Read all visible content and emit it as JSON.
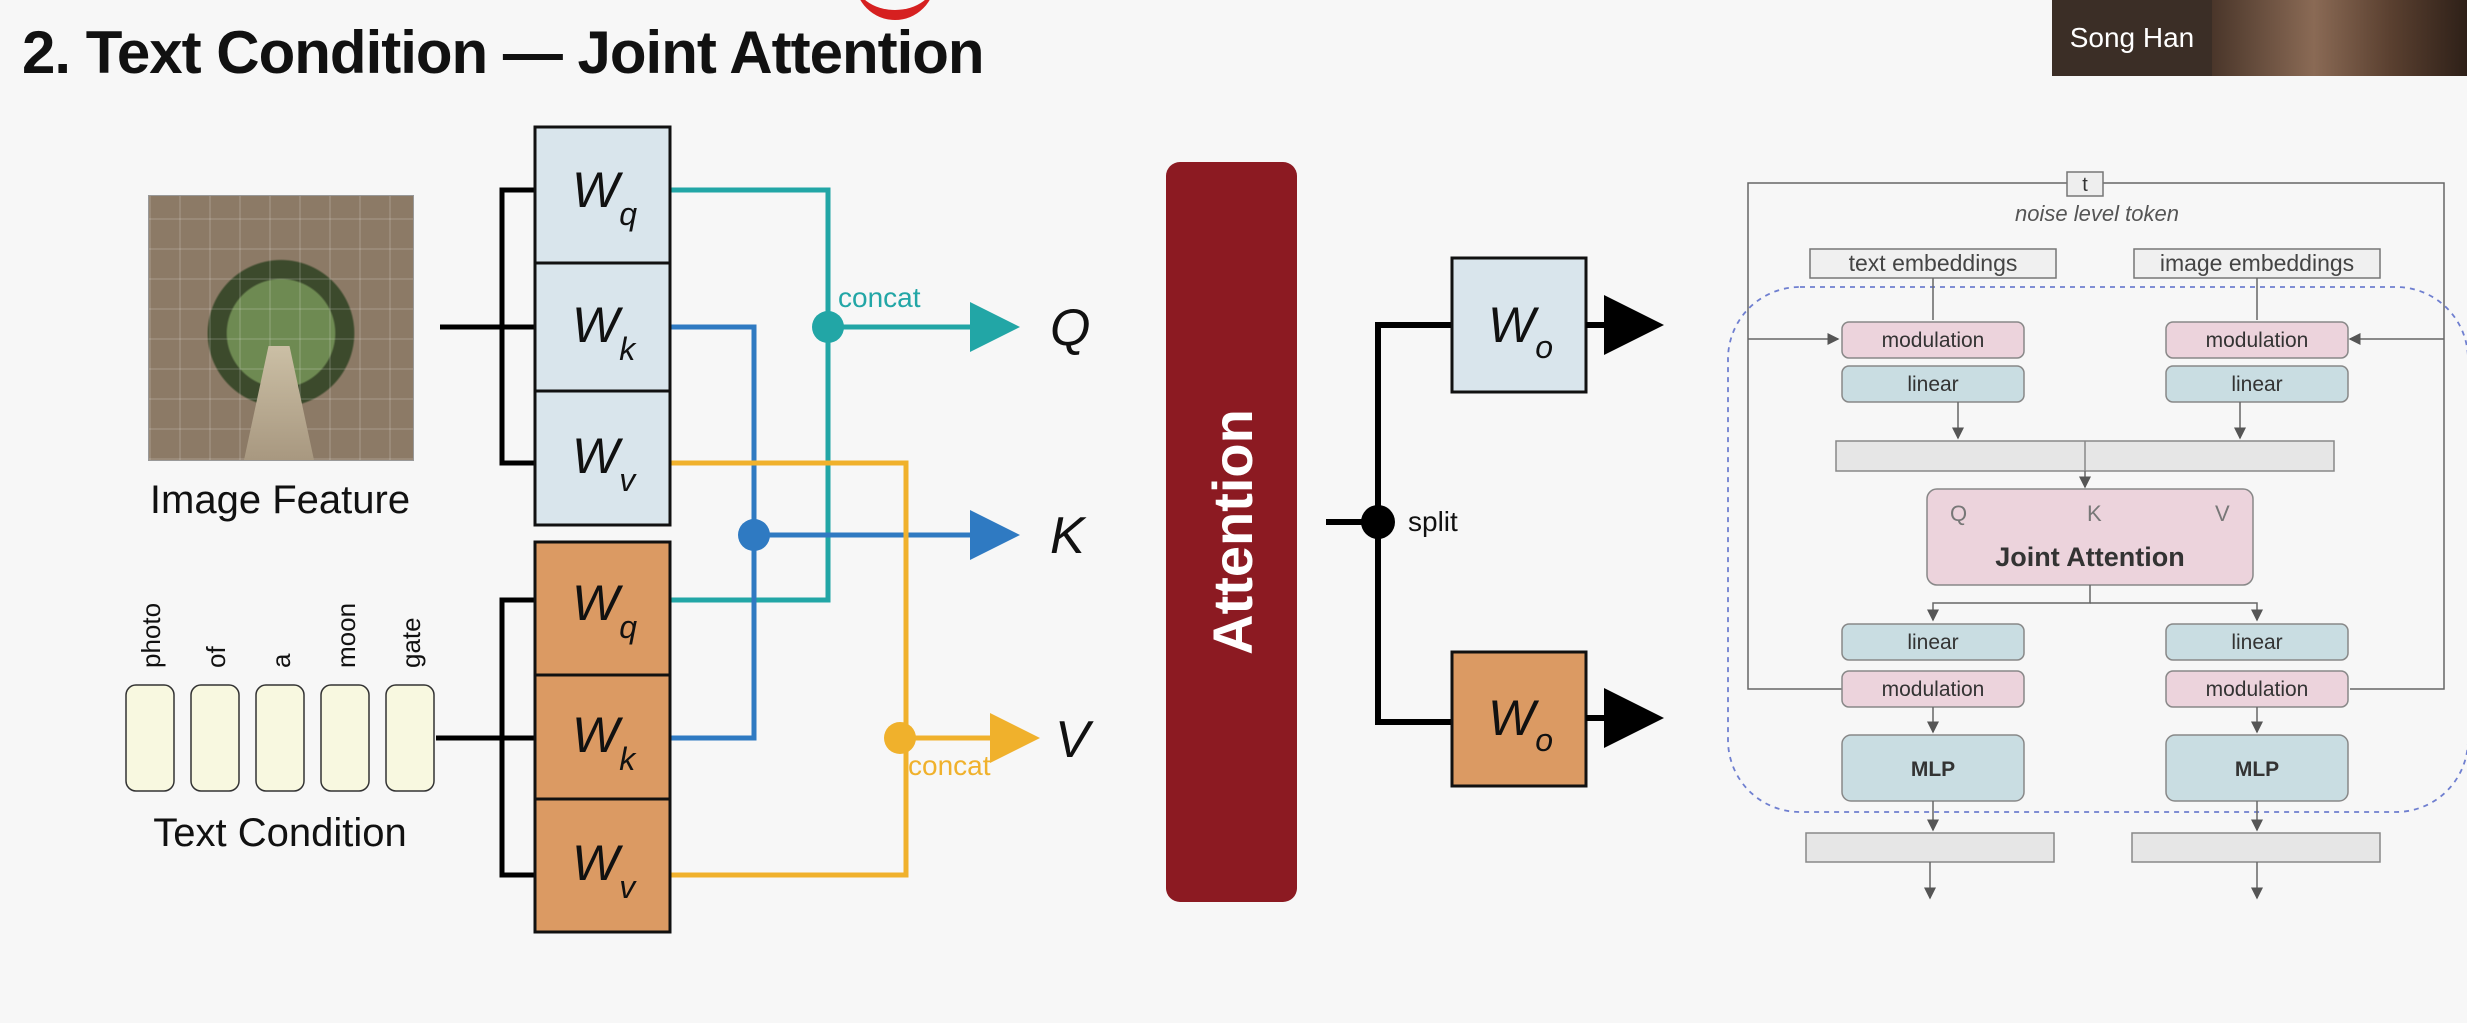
{
  "slide": {
    "title": "2. Text Condition — Joint Attention",
    "participant_name": "Song Han"
  },
  "left": {
    "image_label": "Image Feature",
    "text_label": "Text Condition",
    "tokens": [
      "photo",
      "of",
      "a",
      "moon",
      "gate"
    ],
    "weights_image": [
      "W",
      "W",
      "W"
    ],
    "weights_image_sub": [
      "q",
      "k",
      "v"
    ],
    "weights_text": [
      "W",
      "W",
      "W"
    ],
    "weights_text_sub": [
      "q",
      "k",
      "v"
    ],
    "concat_q_label": "concat",
    "concat_v_label": "concat",
    "outputs": [
      "Q",
      "K",
      "V"
    ]
  },
  "middle": {
    "attention_label": "Attention",
    "split_label": "split",
    "wo_top": "W",
    "wo_top_sub": "o",
    "wo_bottom": "W",
    "wo_bottom_sub": "o"
  },
  "right": {
    "t_label": "t",
    "noise_label": "noise level token",
    "text_emb": "text embeddings",
    "image_emb": "image embeddings",
    "modulation": "modulation",
    "linear": "linear",
    "joint_attention": "Joint Attention",
    "q": "Q",
    "k": "K",
    "v": "V",
    "mlp": "MLP"
  },
  "colors": {
    "teal": "#22a6a6",
    "blue": "#2f7ac2",
    "orange": "#f0b12c",
    "light_box": "#d9e5ec",
    "orange_box": "#db9a63",
    "attention": "#8c1a22",
    "token_fill": "#f8f8e0",
    "mod_fill": "#ecd3dc",
    "lin_fill": "#c9dde2"
  }
}
